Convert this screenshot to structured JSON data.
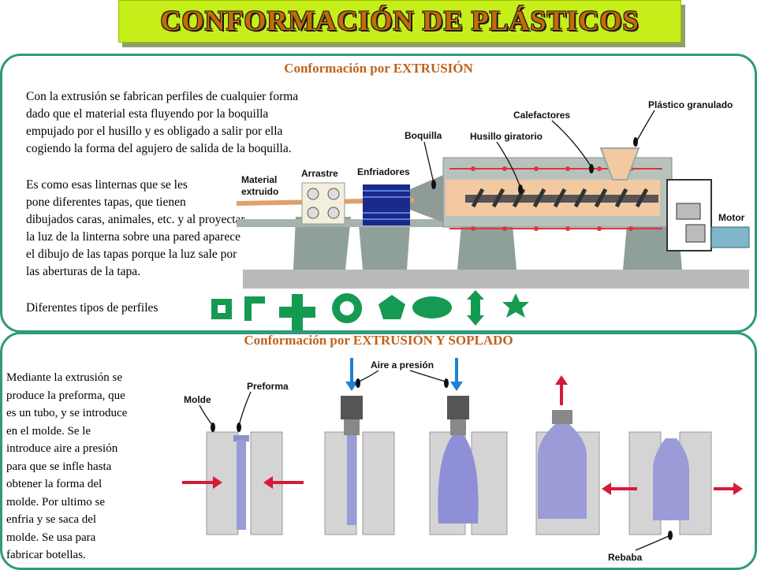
{
  "title": "CONFORMACIÓN DE PLÁSTICOS",
  "extrusion": {
    "heading": "Conformación por EXTRUSIÓN",
    "paragraph1": [
      "Con la extrusión se fabrican perfiles de cualquier forma",
      "dado que el material esta fluyendo por la boquilla",
      "empujado por el husillo y es obligado a salir por ella",
      "cogiendo la forma del agujero de salida de la boquilla."
    ],
    "paragraph2": [
      "Es como esas linternas que se les",
      "pone diferentes tapas, que tienen",
      "dibujados caras, animales, etc. y al proyectar",
      "la luz de la linterna sobre una pared aparece",
      "el dibujo de las tapas porque la luz sale por",
      "las aberturas de la tapa."
    ],
    "profiles_label": "Diferentes tipos de perfiles",
    "labels": {
      "material": [
        "Material",
        "extruido"
      ],
      "arrastre": "Arrastre",
      "enfriadores": "Enfriadores",
      "boquilla": "Boquilla",
      "husillo": "Husillo giratorio",
      "calefactores": "Calefactores",
      "plastico": "Plástico granulado",
      "motor": "Motor"
    }
  },
  "blow": {
    "heading": "Conformación por EXTRUSIÓN Y SOPLADO",
    "text": [
      "Mediante la extrusión se",
      "produce la preforma, que",
      "es un tubo, y se introduce",
      "en el molde. Se le",
      "introduce aire a presión",
      "para que se infle hasta",
      "obtener la forma del",
      "molde. Por ultimo se",
      "enfria y se saca del",
      "molde. Se usa para",
      "fabricar botellas."
    ],
    "labels": {
      "molde": "Molde",
      "preforma": "Preforma",
      "aire": "Aire a presión",
      "rebaba": "Rebaba"
    }
  },
  "colors": {
    "banner": "#c6ef1a",
    "title_text": "#c46b0a",
    "panel_border": "#2f9a7c",
    "heading": "#c0621b",
    "profile_green": "#159a52",
    "arrow_red": "#d61a3a",
    "arrow_blue": "#1f7fd6"
  }
}
